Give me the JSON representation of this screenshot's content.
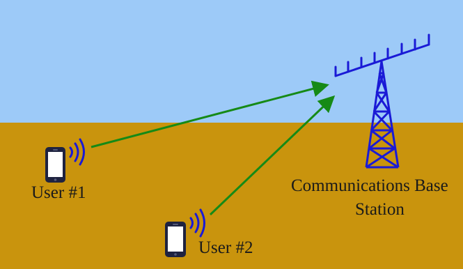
{
  "colors": {
    "sky": "#9dcaf8",
    "ground": "#c9940d",
    "tower": "#1a1ad6",
    "link_arrow": "#168a16",
    "phone_body": "#1f2340",
    "phone_screen": "#ffffff"
  },
  "icons": {
    "phone": "smartphone-icon",
    "signal": "signal-waves-icon",
    "tower": "cell-tower-icon",
    "antenna": "antenna-array-icon"
  },
  "users": [
    {
      "label": "User #1"
    },
    {
      "label": "User #2"
    }
  ],
  "base_station": {
    "label_line1": "Communications Base",
    "label_line2": "Station"
  }
}
